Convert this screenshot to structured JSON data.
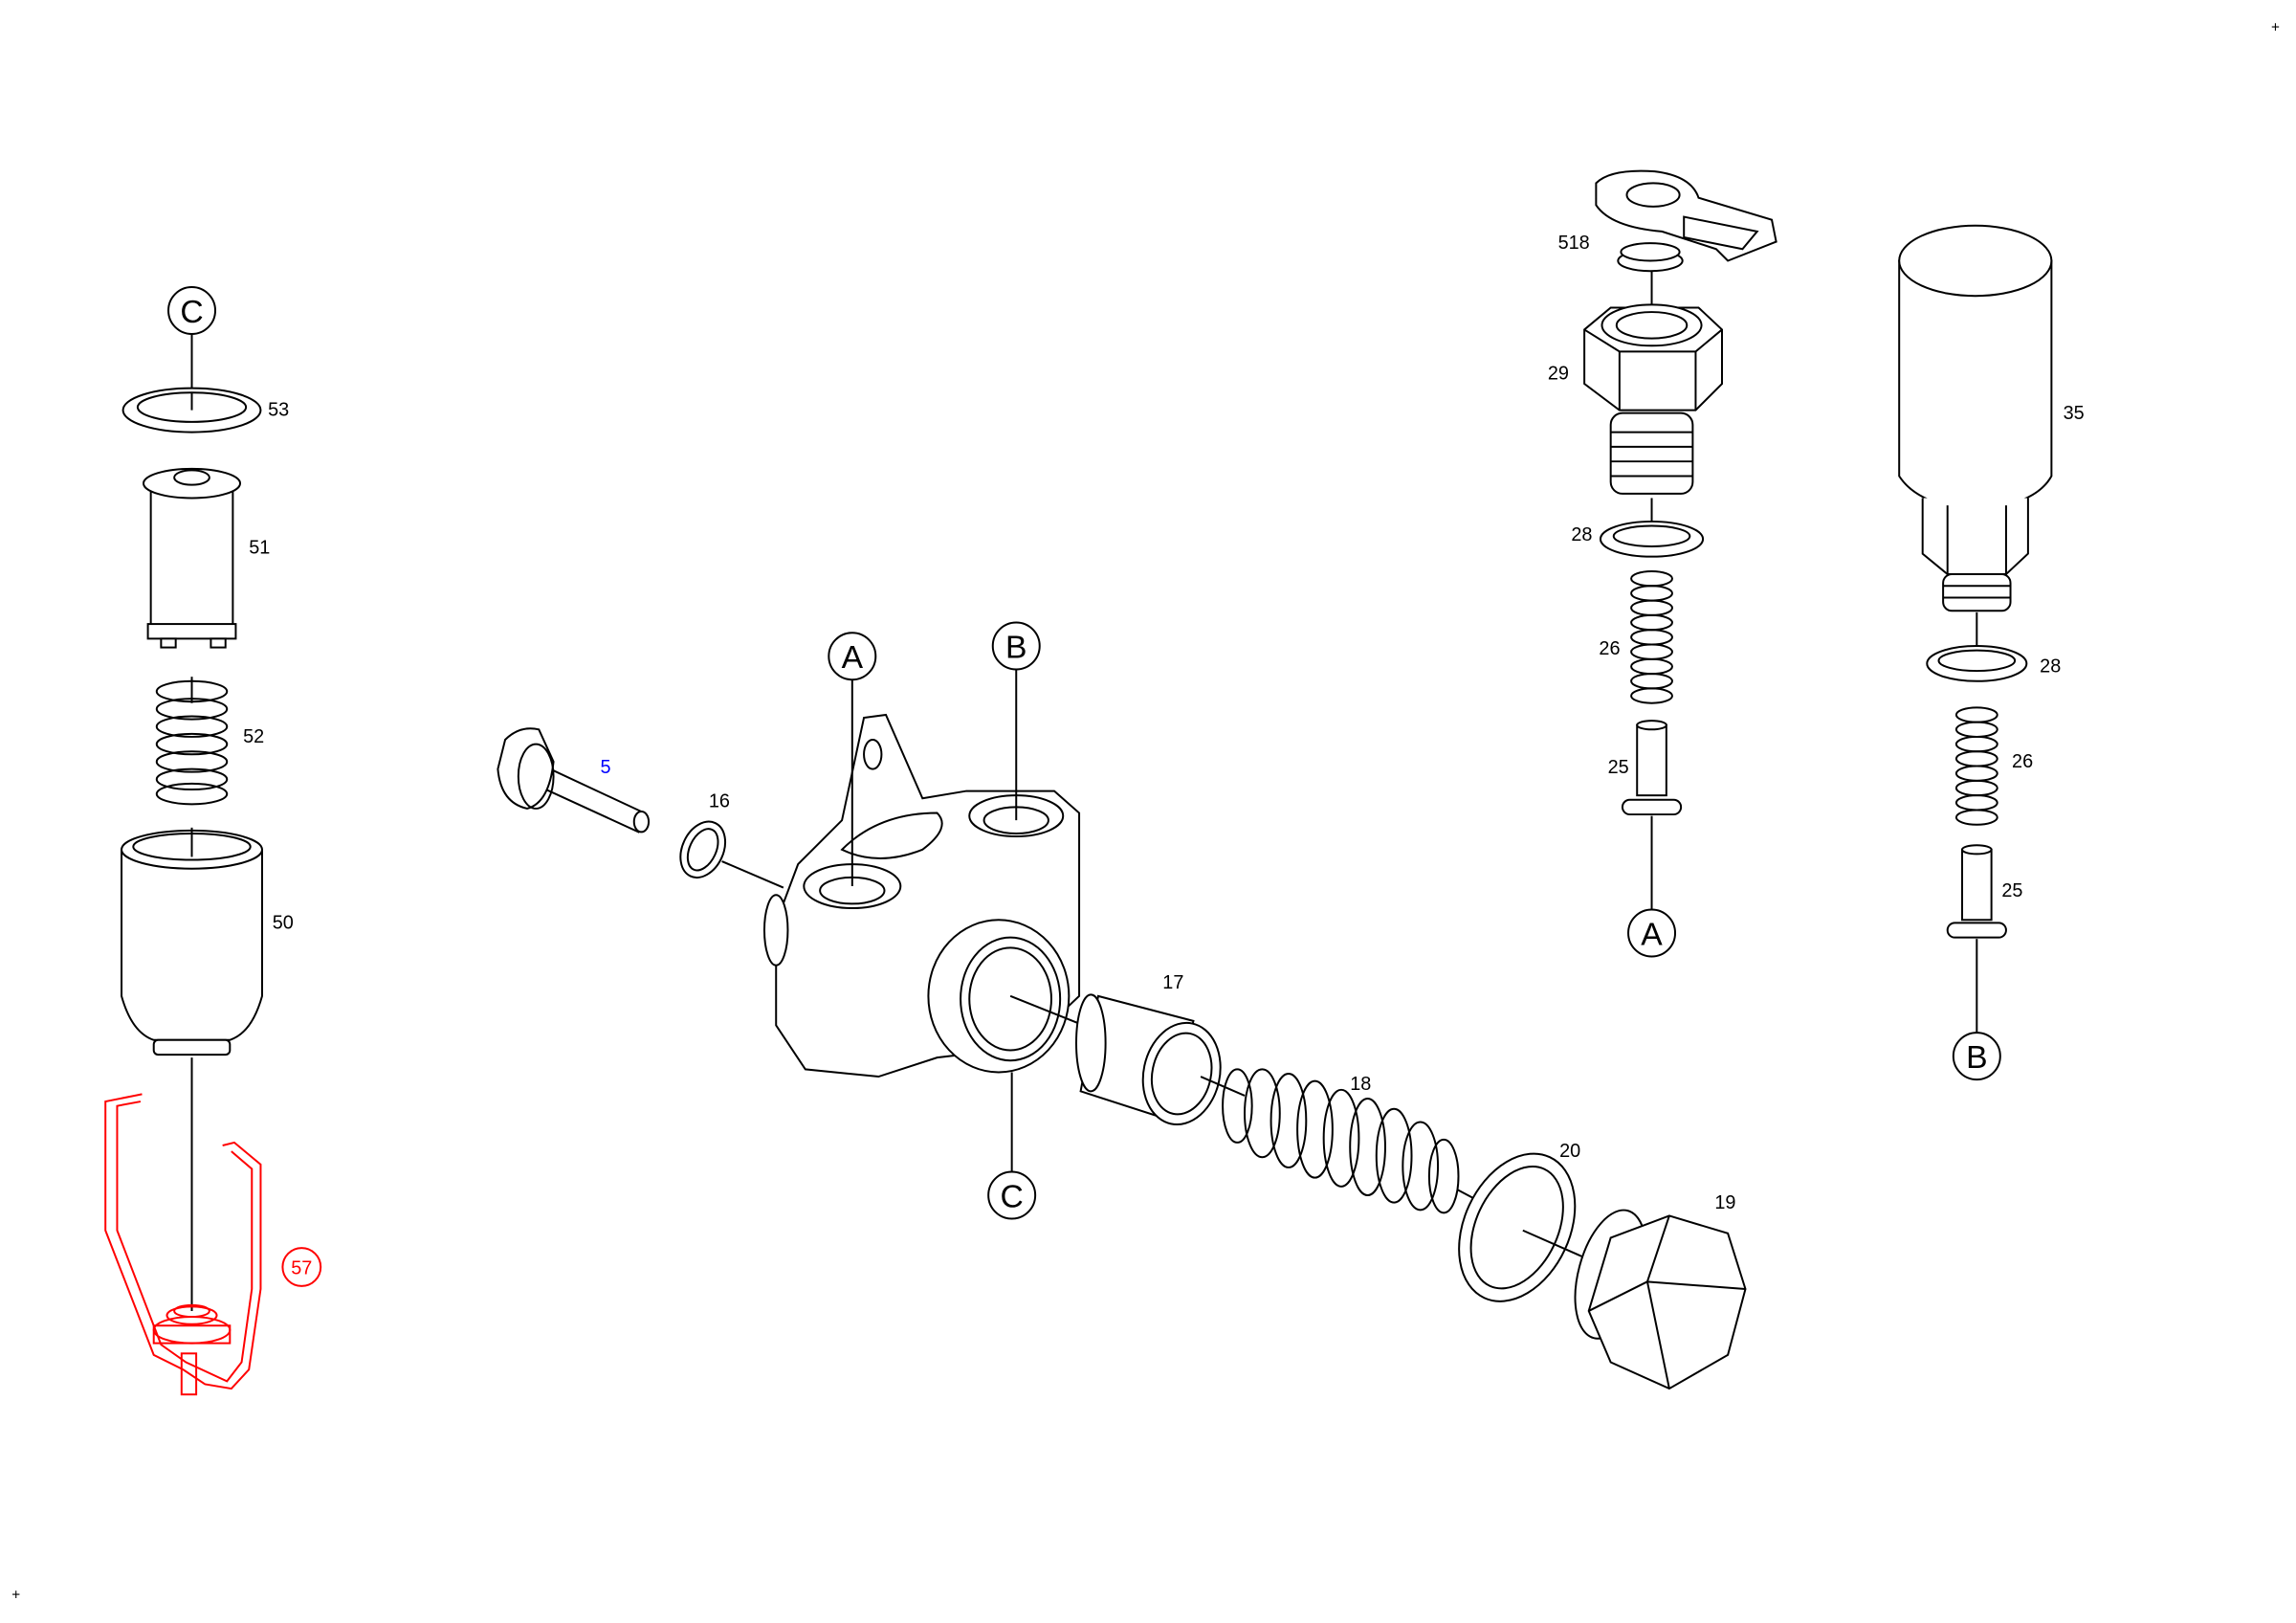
{
  "colors": {
    "line": "#000000",
    "highlight": "#ff0000",
    "link": "#0000ff"
  },
  "corner_marks": [
    "+",
    "+"
  ],
  "reference_letters": {
    "A": "A",
    "B": "B",
    "C": "C"
  },
  "left_group": {
    "callouts": {
      "p53": "53",
      "p51": "51",
      "p52": "52",
      "p50": "50",
      "p57": "57"
    }
  },
  "center_group": {
    "callouts": {
      "p5": "5",
      "p16": "16",
      "p17": "17",
      "p18": "18",
      "p20": "20",
      "p19": "19"
    }
  },
  "valve_a_group": {
    "callouts": {
      "p518": "518",
      "p29": "29",
      "p28": "28",
      "p26": "26",
      "p25": "25"
    }
  },
  "valve_b_group": {
    "callouts": {
      "p35": "35",
      "p28": "28",
      "p26": "26",
      "p25": "25"
    }
  }
}
